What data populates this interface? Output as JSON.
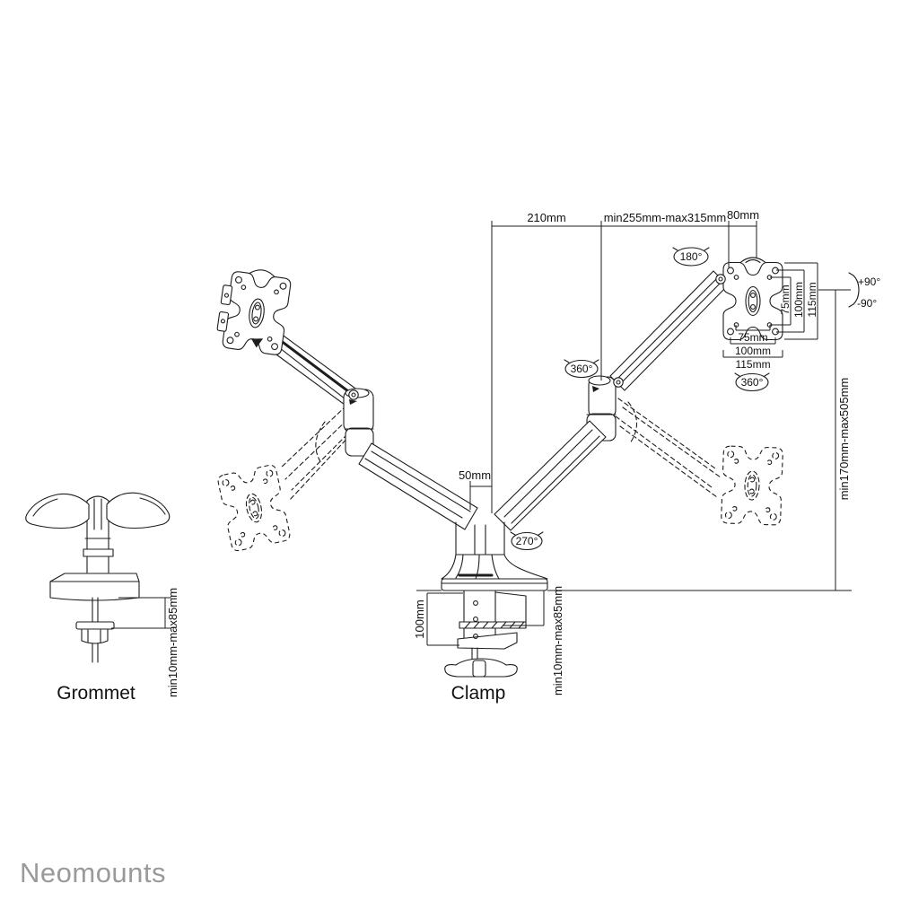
{
  "diagram": {
    "dimensions": {
      "top_left": "210mm",
      "top_middle": "min255mm-max315mm",
      "top_right": "80mm",
      "post_offset": "50mm",
      "height_range": "min170mm-max505mm",
      "clamp_height": "100mm",
      "clamp_desk_range": "min10mm-max85mm",
      "grommet_desk_range": "min10mm-max85mm",
      "vesa_vertical": [
        "75mm",
        "100mm",
        "115mm"
      ],
      "vesa_horizontal": [
        "75mm",
        "100mm",
        "115mm"
      ]
    },
    "angles": {
      "monitor_swivel": "180°",
      "arm_rotation": "360°",
      "vesa_rotation": "360°",
      "base_swivel": "270°",
      "tilt_up": "+90°",
      "tilt_down": "-90°"
    },
    "mount_types": {
      "left": "Grommet",
      "right": "Clamp"
    },
    "brand": "Neomounts",
    "colors": {
      "line": "#1d1d1d",
      "brand_gray": "#9a9a9a",
      "background": "#ffffff"
    }
  }
}
